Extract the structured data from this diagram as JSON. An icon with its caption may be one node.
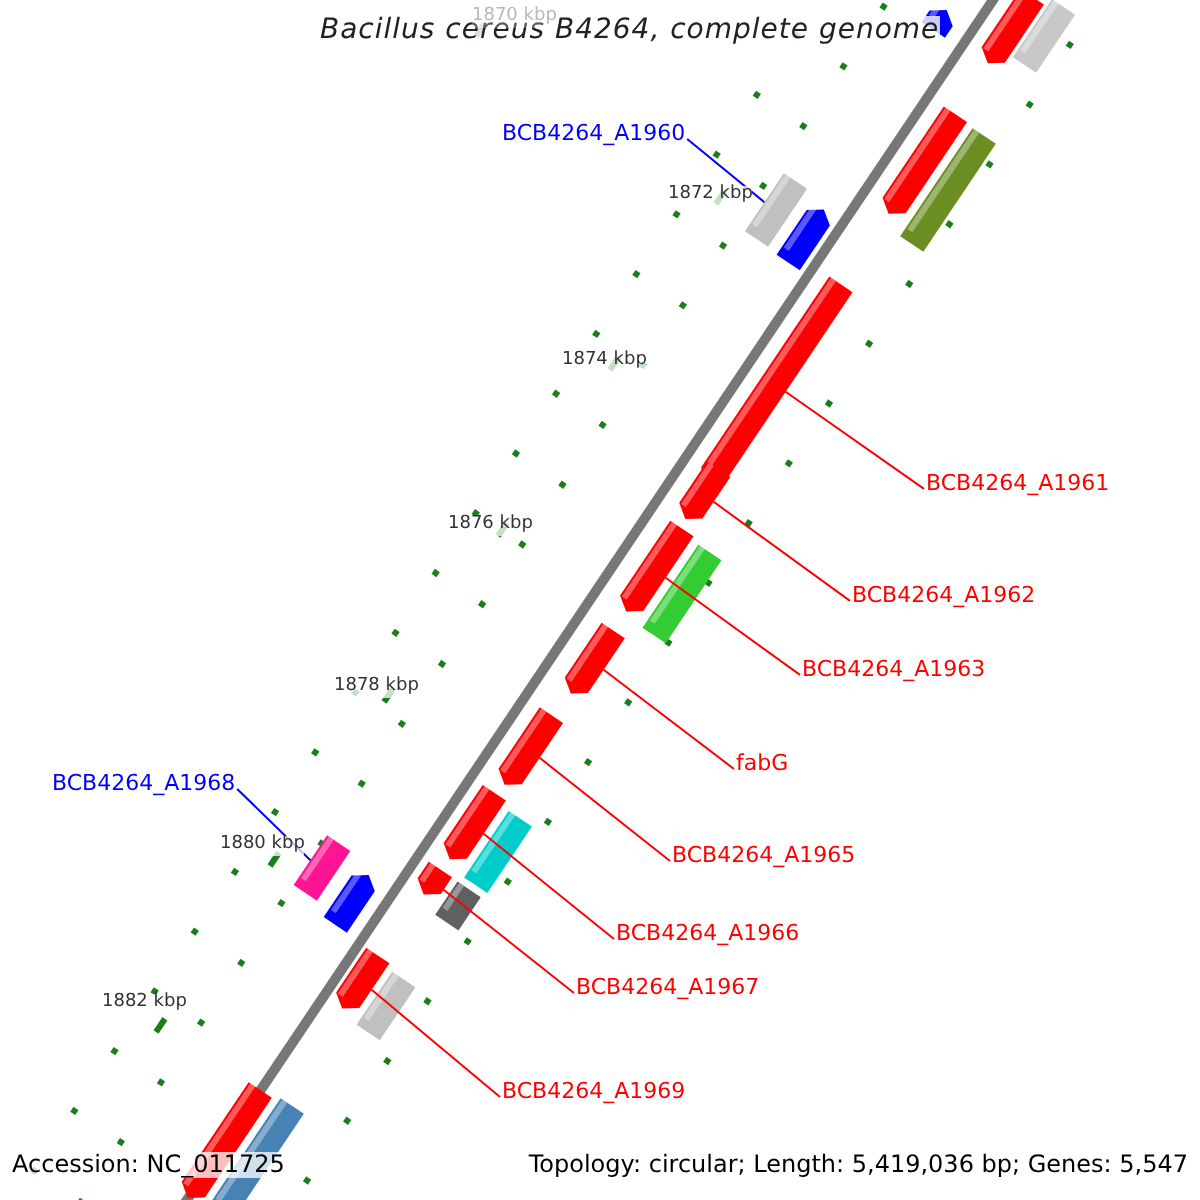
{
  "diagram": {
    "title": "Bacillus cereus B4264, complete genome",
    "nodes": [
      {
        "text": [
          "BCB4264_A1960"
        ]
      },
      {
        "text": [
          "BCB4264_A1961"
        ]
      },
      {
        "text": [
          "BCB4264_A1962"
        ]
      },
      {
        "text": [
          "BCB4264_A1963"
        ]
      },
      {
        "text": [
          "fabG"
        ]
      },
      {
        "text": [
          "BCB4264_A1968"
        ]
      },
      {
        "text": [
          "BCB4264_A1965"
        ]
      },
      {
        "text": [
          "BCB4264_A1966"
        ]
      },
      {
        "text": [
          "BCB4264_A1967"
        ]
      },
      {
        "text": [
          "BCB4264_A1969"
        ]
      },
      {
        "text": [],
        "shape": "pentagon"
      },
      {
        "text": [],
        "shape": "pentagon"
      },
      {
        "text": [],
        "shape": "box"
      },
      {
        "text": [],
        "shape": "pentagon"
      },
      {
        "text": [],
        "shape": "box"
      },
      {
        "text": [],
        "shape": "box"
      },
      {
        "text": [],
        "shape": "pentagon"
      },
      {
        "text": [],
        "shape": "pentagon"
      },
      {
        "text": [],
        "shape": "pentagon"
      },
      {
        "text": [],
        "shape": "pentagon"
      },
      {
        "text": [],
        "shape": "box"
      },
      {
        "text": [],
        "shape": "pentagon"
      },
      {
        "text": [],
        "shape": "pentagon"
      },
      {
        "text": [],
        "shape": "pentagon"
      },
      {
        "text": [],
        "shape": "box"
      },
      {
        "text": [],
        "shape": "box"
      },
      {
        "text": [],
        "shape": "pentagon"
      },
      {
        "text": [],
        "shape": "pentagon"
      },
      {
        "text": [],
        "shape": "box"
      },
      {
        "text": [],
        "shape": "pentagon"
      },
      {
        "text": [],
        "shape": "box"
      },
      {
        "text": [],
        "shape": "pentagon"
      },
      {
        "text": [],
        "shape": "box"
      }
    ],
    "edges": [
      {
        "from": 0,
        "to": 15,
        "arrow": "none",
        "color": "#0000ff"
      },
      {
        "from": 1,
        "to": 17,
        "arrow": "none"
      },
      {
        "from": 2,
        "to": 18,
        "arrow": "none"
      },
      {
        "from": 3,
        "to": 19,
        "arrow": "none"
      },
      {
        "from": 4,
        "to": 21,
        "arrow": "none"
      },
      {
        "from": 5,
        "to": 25,
        "arrow": "none",
        "color": "#0000ff"
      },
      {
        "from": 6,
        "to": 22,
        "arrow": "none"
      },
      {
        "from": 7,
        "to": 23,
        "arrow": "none"
      },
      {
        "from": 8,
        "to": 26,
        "arrow": "none"
      },
      {
        "from": 9,
        "to": 29,
        "arrow": "none"
      }
    ],
    "labels": [
      "1870 kbp",
      "1872 kbp",
      "1874 kbp",
      "1876 kbp",
      "1878 kbp",
      "1880 kbp",
      "1882 kbp",
      "Accession: NC_011725",
      "Topology: circular; Length: 5,419,036 bp; Genes: 5,547"
    ]
  }
}
